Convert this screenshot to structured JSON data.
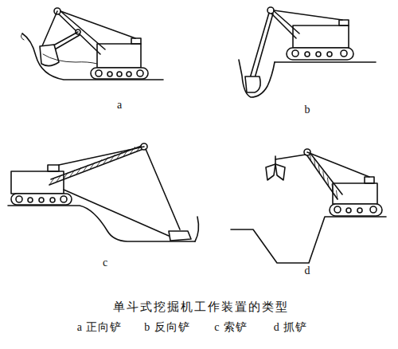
{
  "diagram": {
    "caption": "单斗式挖掘机工作装置的类型",
    "labels": [
      "a",
      "b",
      "c",
      "d",
      "a 正向铲",
      "b 反向铲",
      "c 索铲",
      "d 抓铲"
    ]
  }
}
